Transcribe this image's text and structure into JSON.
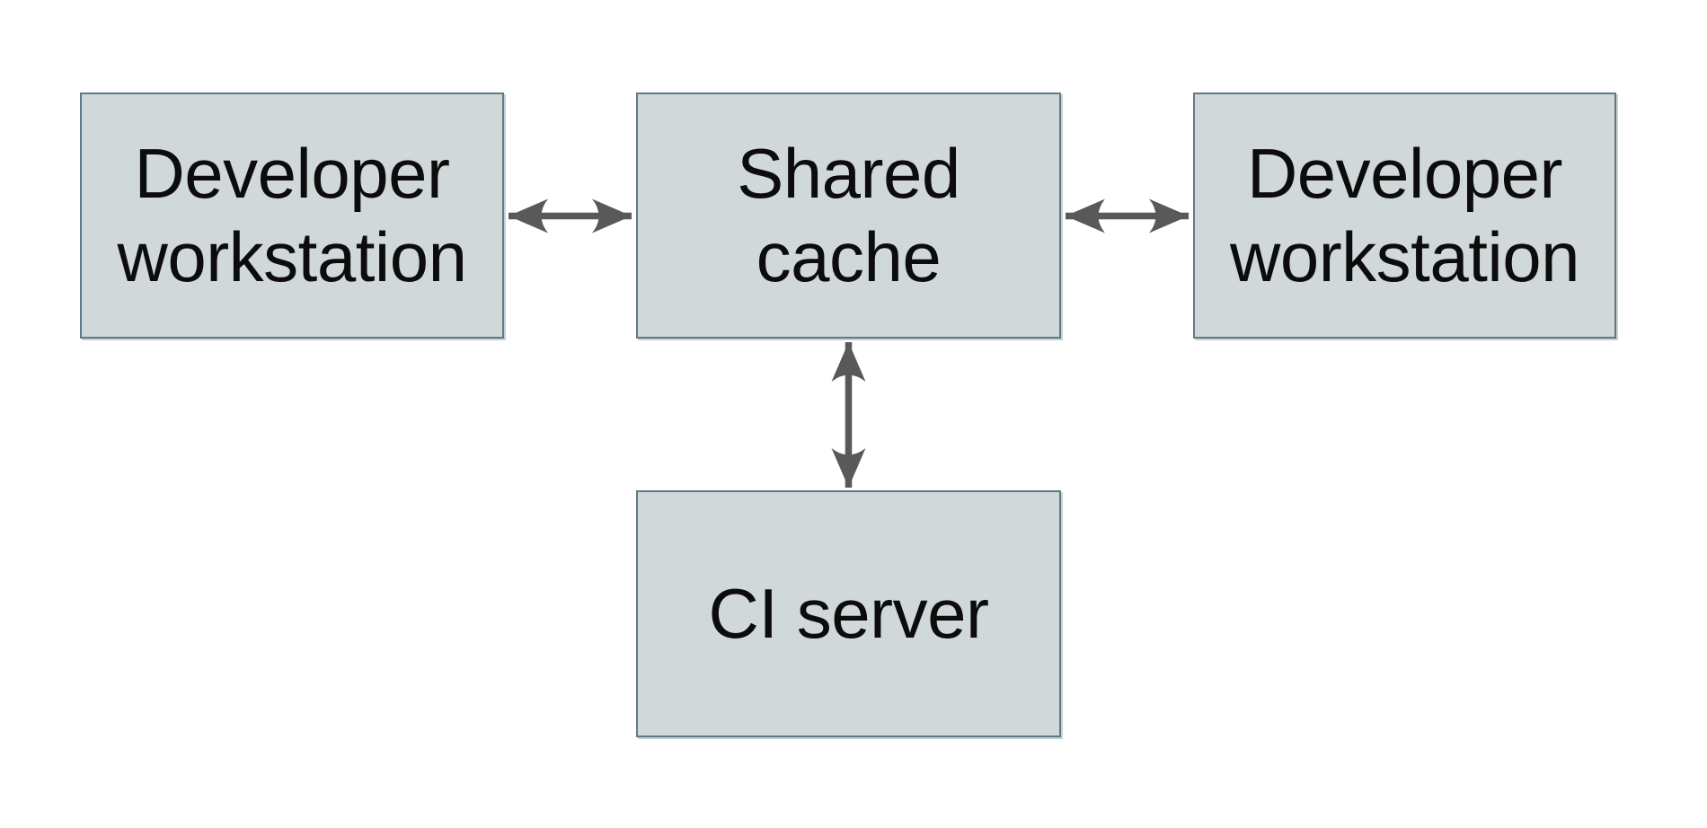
{
  "canvas": {
    "background": "#ffffff"
  },
  "diagram": {
    "type": "architecture-diagram",
    "nodes": [
      {
        "id": "developer-workstation-left",
        "label": "Developer workstation",
        "lines": [
          "Developer",
          "workstation"
        ]
      },
      {
        "id": "shared-cache",
        "label": "Shared cache",
        "lines": [
          "Shared",
          "cache"
        ]
      },
      {
        "id": "developer-workstation-right",
        "label": "Developer workstation",
        "lines": [
          "Developer",
          "workstation"
        ]
      },
      {
        "id": "ci-server",
        "label": "CI server",
        "lines": [
          "CI server"
        ]
      }
    ],
    "edges": [
      {
        "from": "developer-workstation-left",
        "to": "shared-cache",
        "direction": "bidirectional",
        "orientation": "horizontal"
      },
      {
        "from": "shared-cache",
        "to": "developer-workstation-right",
        "direction": "bidirectional",
        "orientation": "horizontal"
      },
      {
        "from": "shared-cache",
        "to": "ci-server",
        "direction": "bidirectional",
        "orientation": "vertical"
      }
    ],
    "colors": {
      "node_fill": "#d0d8da",
      "node_border": "#5f7a87",
      "arrow": "#595959",
      "text": "#0c0c0c",
      "background": "#ffffff"
    }
  }
}
